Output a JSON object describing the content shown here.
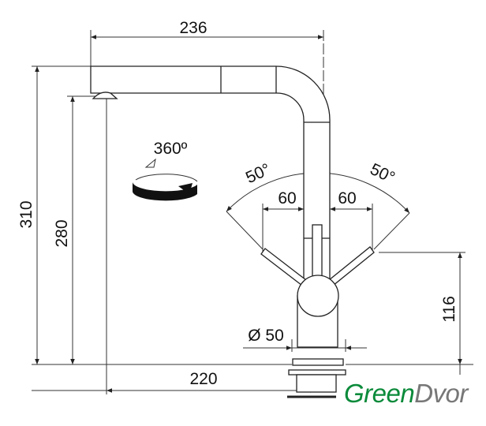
{
  "dimensions": {
    "spout_reach": "236",
    "total_height": "310",
    "spout_height": "280",
    "base_to_spout": "220",
    "rotation": "360º",
    "lever_angle_left": "50°",
    "lever_angle_right": "50°",
    "lever_offset_left": "60",
    "lever_offset_right": "60",
    "lever_height": "116",
    "base_diameter": "Ø 50"
  },
  "logo": {
    "part1": "Green",
    "part2": "Dvor"
  },
  "colors": {
    "line": "#222222",
    "logo_green": "#0a8a3a",
    "logo_gray": "#777777"
  }
}
